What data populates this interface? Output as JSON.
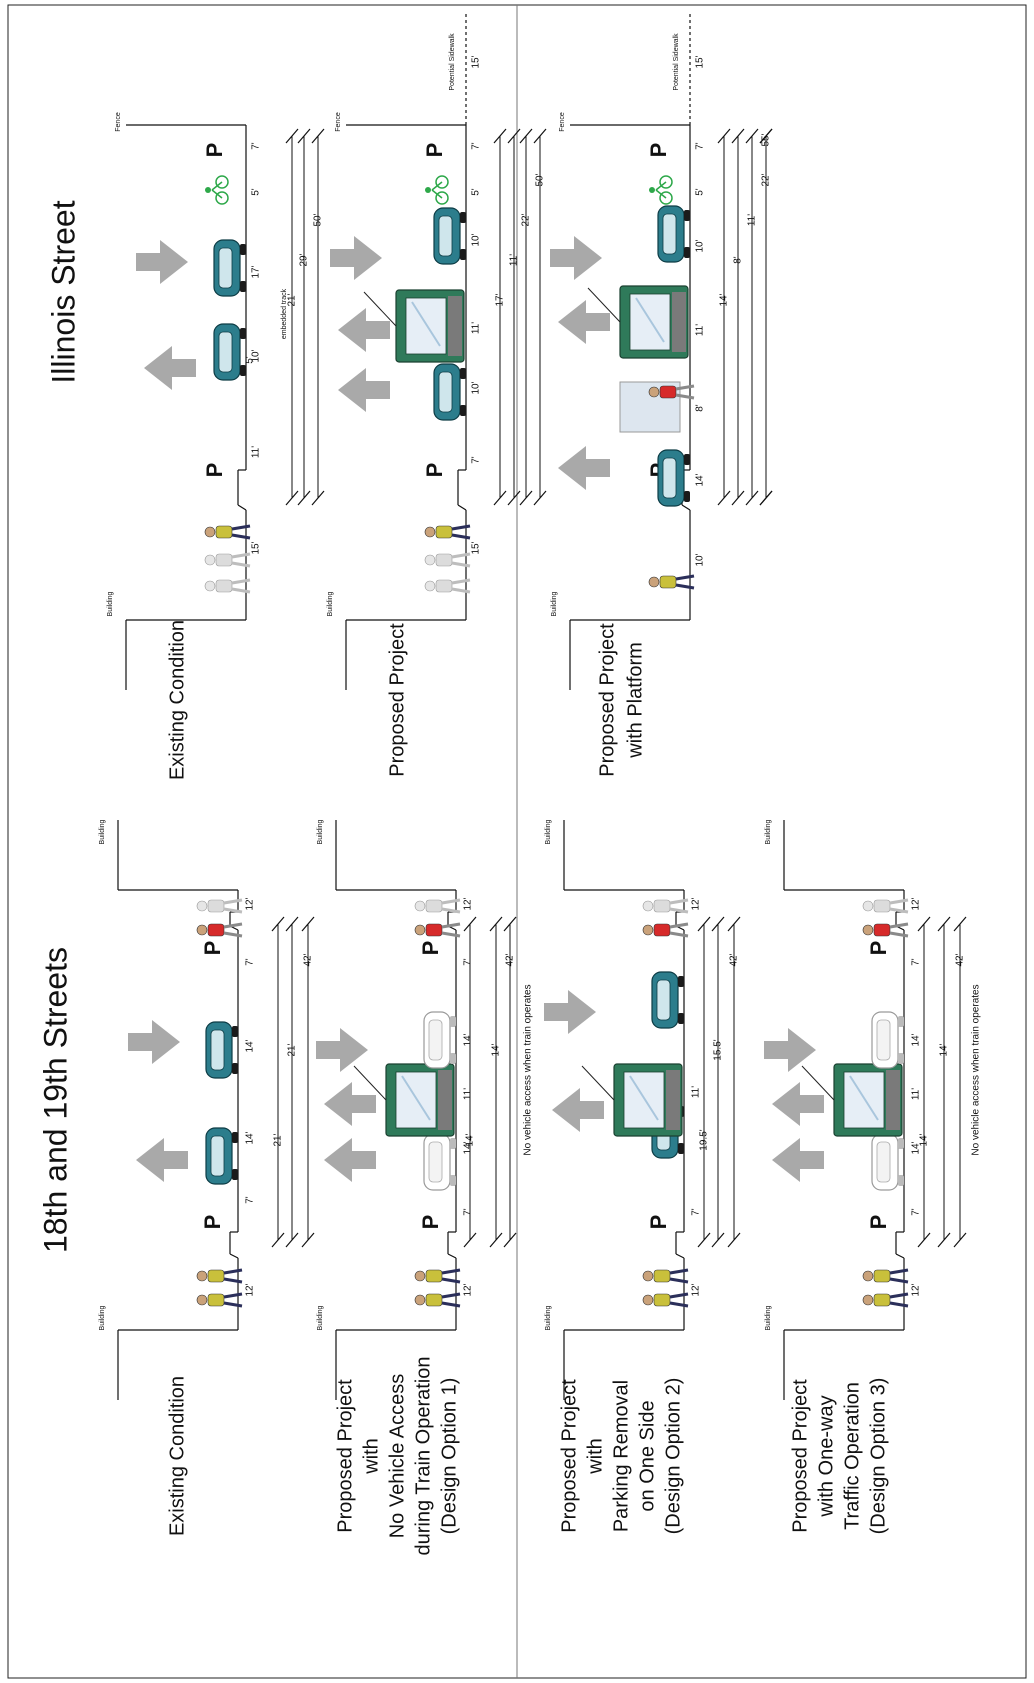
{
  "colors": {
    "vehicle": "#2c7d8c",
    "train": "#2f7a5a",
    "bike": "#2ea84a",
    "arrow": "#a9a9a9",
    "line": "#111111"
  },
  "illinois": {
    "title": "Illinois Street",
    "fence": "Fence",
    "building": "Building",
    "embedded_track": "embedded track",
    "potential_sidewalk": "Potential Sidewalk",
    "sections": [
      {
        "label_lines": [
          "Existing Condition"
        ],
        "widths": [
          "15'",
          "11'",
          "10'",
          "17'",
          "5'",
          "7'"
        ],
        "spans": [
          "21'",
          "29'",
          "50'"
        ],
        "inline": [
          "5'"
        ]
      },
      {
        "label_lines": [
          "Proposed Project"
        ],
        "widths": [
          "15'",
          "7'",
          "10'",
          "11'",
          "10'",
          "5'",
          "7'",
          "15'"
        ],
        "spans": [
          "17'",
          "11'",
          "22'",
          "50'"
        ]
      },
      {
        "label_lines": [
          "Proposed Project",
          "with Platform"
        ],
        "widths": [
          "10'",
          "14'",
          "8'",
          "11'",
          "10'",
          "5'",
          "7'",
          "15'"
        ],
        "spans": [
          "14'",
          "8'",
          "11'",
          "22'",
          "55'"
        ]
      }
    ]
  },
  "streets": {
    "title": "18th and 19th Streets",
    "building": "Building",
    "no_vehicle_note": "No vehicle access when train operates",
    "sections": [
      {
        "label_lines": [
          "Existing Condition"
        ],
        "widths": [
          "12'",
          "7'",
          "14'",
          "14'",
          "7'",
          "12'"
        ],
        "spans": [
          "21'",
          "21'",
          "42'"
        ]
      },
      {
        "label_lines": [
          "Proposed Project",
          "with",
          "No Vehicle Access",
          "during Train Operation",
          "(Design Option 1)"
        ],
        "widths": [
          "12'",
          "7'",
          "14'",
          "11'",
          "14'",
          "7'",
          "12'"
        ],
        "spans": [
          "14'",
          "14'",
          "42'"
        ]
      },
      {
        "label_lines": [
          "Proposed Project",
          "with",
          "Parking Removal",
          "on One Side",
          "(Design Option 2)"
        ],
        "widths": [
          "12'",
          "7'",
          "11'",
          "12'"
        ],
        "spans": [
          "19.5'",
          "15.5'",
          "42'"
        ]
      },
      {
        "label_lines": [
          "Proposed Project",
          "with One-way",
          "Traffic Operation",
          "(Design Option 3)"
        ],
        "widths": [
          "12'",
          "7'",
          "14'",
          "11'",
          "14'",
          "7'",
          "12'"
        ],
        "spans": [
          "14'",
          "14'",
          "42'"
        ]
      }
    ]
  }
}
